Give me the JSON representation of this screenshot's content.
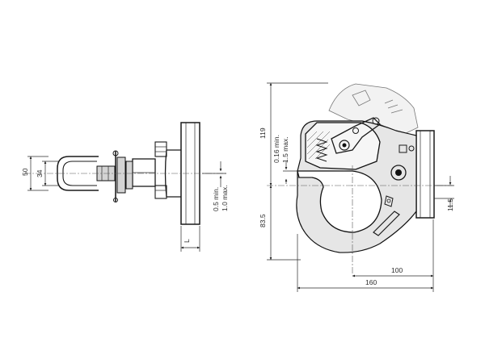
{
  "dimensions": {
    "height_50": "50",
    "height_34": "34",
    "gap_min": "0.5 min.",
    "gap_max": "1.0 max.",
    "height_119": "119",
    "clearance_min": "0.16 min.",
    "clearance_max": "1.5 max.",
    "height_83_5": "83.5",
    "offset_11_5": "11.5",
    "width_100": "100",
    "width_160": "160",
    "mark_L": "L"
  }
}
